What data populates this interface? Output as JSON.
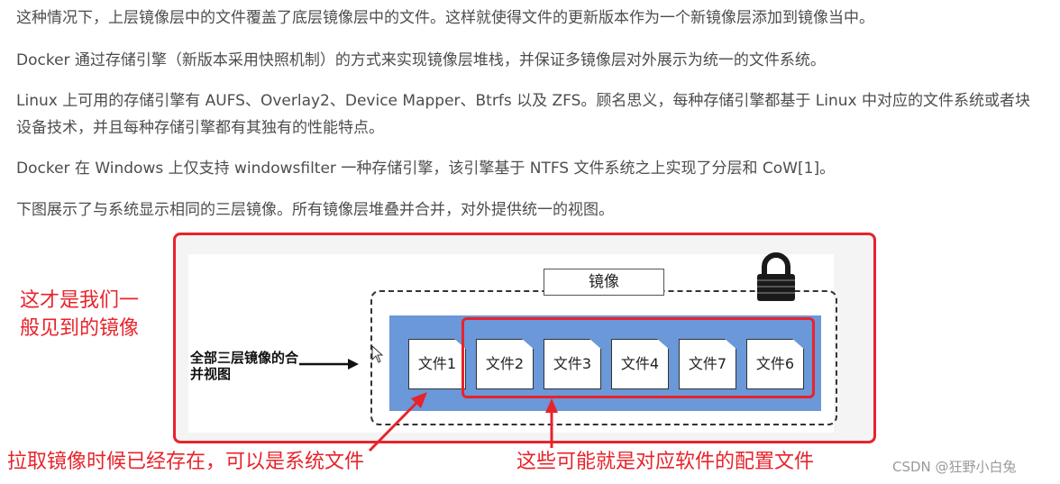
{
  "paragraphs": {
    "p1": "这种情况下，上层镜像层中的文件覆盖了底层镜像层中的文件。这样就使得文件的更新版本作为一个新镜像层添加到镜像当中。",
    "p2": "Docker 通过存储引擎（新版本采用快照机制）的方式来实现镜像层堆栈，并保证多镜像层对外展示为统一的文件系统。",
    "p3": "Linux 上可用的存储引擎有 AUFS、Overlay2、Device Mapper、Btrfs 以及 ZFS。顾名思义，每种存储引擎都基于 Linux 中对应的文件系统或者块设备技术，并且每种存储引擎都有其独有的性能特点。",
    "p4": "Docker 在 Windows 上仅支持 windowsfilter 一种存储引擎，该引擎基于 NTFS 文件系统之上实现了分层和 CoW[1]。",
    "p5": "下图展示了与系统显示相同的三层镜像。所有镜像层堆叠并合并，对外提供统一的视图。"
  },
  "figure": {
    "image_label": "镜像",
    "merge_label": "全部三层镜像的合并视图",
    "files": [
      "文件1",
      "文件2",
      "文件3",
      "文件4",
      "文件7",
      "文件6"
    ],
    "lock_icon": "lock-icon"
  },
  "annotations": {
    "side_note": "这才是我们一般见到的镜像",
    "bottom_left": "拉取镜像时候已经存在，可以是系统文件",
    "bottom_right": "这些可能就是对应软件的配置文件"
  },
  "watermark": "CSDN @狂野小白兔",
  "colors": {
    "annotation_red": "#e8232b",
    "layer_blue": "#6a98d8",
    "body_text": "#4d4d4d"
  }
}
